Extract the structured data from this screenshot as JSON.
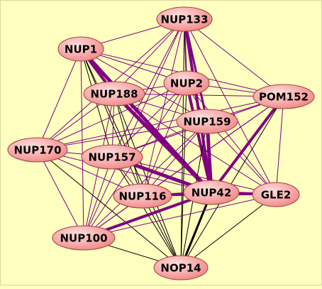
{
  "graph": {
    "background": "#ffffc0",
    "node_fill_light": "#ffe0e0",
    "node_fill_dark": "#f08080",
    "edge_color_purple": "#800080",
    "edge_color_black": "#000000",
    "nodes": [
      {
        "id": "NUP133",
        "label": "NUP133"
      },
      {
        "id": "NUP1",
        "label": "NUP1"
      },
      {
        "id": "NUP2",
        "label": "NUP2"
      },
      {
        "id": "NUP188",
        "label": "NUP188"
      },
      {
        "id": "POM152",
        "label": "POM152"
      },
      {
        "id": "NUP159",
        "label": "NUP159"
      },
      {
        "id": "NUP170",
        "label": "NUP170"
      },
      {
        "id": "NUP157",
        "label": "NUP157"
      },
      {
        "id": "NUP116",
        "label": "NUP116"
      },
      {
        "id": "NUP42",
        "label": "NUP42"
      },
      {
        "id": "GLE2",
        "label": "GLE2"
      },
      {
        "id": "NUP100",
        "label": "NUP100"
      },
      {
        "id": "NOP14",
        "label": "NOP14"
      }
    ],
    "edges": [
      {
        "s": "NUP133",
        "t": "NUP1",
        "w": 1,
        "c": "purple"
      },
      {
        "s": "NUP133",
        "t": "NUP2",
        "w": 2,
        "c": "purple"
      },
      {
        "s": "NUP133",
        "t": "NUP188",
        "w": 1,
        "c": "purple"
      },
      {
        "s": "NUP133",
        "t": "POM152",
        "w": 1,
        "c": "purple"
      },
      {
        "s": "NUP133",
        "t": "NUP159",
        "w": 3,
        "c": "purple"
      },
      {
        "s": "NUP133",
        "t": "NUP170",
        "w": 1,
        "c": "purple"
      },
      {
        "s": "NUP133",
        "t": "NUP157",
        "w": 1,
        "c": "purple"
      },
      {
        "s": "NUP133",
        "t": "NUP116",
        "w": 1,
        "c": "purple"
      },
      {
        "s": "NUP133",
        "t": "NUP42",
        "w": 4,
        "c": "purple"
      },
      {
        "s": "NUP133",
        "t": "GLE2",
        "w": 1,
        "c": "purple"
      },
      {
        "s": "NUP133",
        "t": "NUP100",
        "w": 1,
        "c": "purple"
      },
      {
        "s": "NUP133",
        "t": "NOP14",
        "w": 1,
        "c": "black"
      },
      {
        "s": "NUP1",
        "t": "NUP2",
        "w": 1,
        "c": "purple"
      },
      {
        "s": "NUP1",
        "t": "NUP188",
        "w": 4,
        "c": "purple"
      },
      {
        "s": "NUP1",
        "t": "POM152",
        "w": 1,
        "c": "purple"
      },
      {
        "s": "NUP1",
        "t": "NUP159",
        "w": 1,
        "c": "purple"
      },
      {
        "s": "NUP1",
        "t": "NUP170",
        "w": 1,
        "c": "purple"
      },
      {
        "s": "NUP1",
        "t": "NUP157",
        "w": 1,
        "c": "black"
      },
      {
        "s": "NUP1",
        "t": "NUP116",
        "w": 1,
        "c": "black"
      },
      {
        "s": "NUP1",
        "t": "NUP42",
        "w": 5,
        "c": "purple"
      },
      {
        "s": "NUP1",
        "t": "NUP100",
        "w": 1,
        "c": "purple"
      },
      {
        "s": "NUP1",
        "t": "NOP14",
        "w": 1,
        "c": "black"
      },
      {
        "s": "NUP2",
        "t": "NUP188",
        "w": 1,
        "c": "purple"
      },
      {
        "s": "NUP2",
        "t": "POM152",
        "w": 1,
        "c": "purple"
      },
      {
        "s": "NUP2",
        "t": "NUP159",
        "w": 1,
        "c": "purple"
      },
      {
        "s": "NUP2",
        "t": "NUP170",
        "w": 1,
        "c": "purple"
      },
      {
        "s": "NUP2",
        "t": "NUP157",
        "w": 1,
        "c": "purple"
      },
      {
        "s": "NUP2",
        "t": "NUP116",
        "w": 1,
        "c": "purple"
      },
      {
        "s": "NUP2",
        "t": "NUP42",
        "w": 4,
        "c": "purple"
      },
      {
        "s": "NUP2",
        "t": "GLE2",
        "w": 1,
        "c": "purple"
      },
      {
        "s": "NUP2",
        "t": "NUP100",
        "w": 1,
        "c": "purple"
      },
      {
        "s": "NUP2",
        "t": "NOP14",
        "w": 1,
        "c": "black"
      },
      {
        "s": "NUP188",
        "t": "POM152",
        "w": 1,
        "c": "purple"
      },
      {
        "s": "NUP188",
        "t": "NUP159",
        "w": 1,
        "c": "purple"
      },
      {
        "s": "NUP188",
        "t": "NUP170",
        "w": 1,
        "c": "purple"
      },
      {
        "s": "NUP188",
        "t": "NUP157",
        "w": 1,
        "c": "purple"
      },
      {
        "s": "NUP188",
        "t": "NUP116",
        "w": 1,
        "c": "black"
      },
      {
        "s": "NUP188",
        "t": "NUP42",
        "w": 5,
        "c": "purple"
      },
      {
        "s": "NUP188",
        "t": "GLE2",
        "w": 1,
        "c": "purple"
      },
      {
        "s": "NUP188",
        "t": "NUP100",
        "w": 1,
        "c": "purple"
      },
      {
        "s": "NUP188",
        "t": "NOP14",
        "w": 1,
        "c": "black"
      },
      {
        "s": "POM152",
        "t": "NUP159",
        "w": 1,
        "c": "purple"
      },
      {
        "s": "POM152",
        "t": "NUP170",
        "w": 1,
        "c": "purple"
      },
      {
        "s": "POM152",
        "t": "NUP157",
        "w": 1,
        "c": "purple"
      },
      {
        "s": "POM152",
        "t": "NUP116",
        "w": 1,
        "c": "purple"
      },
      {
        "s": "POM152",
        "t": "NUP42",
        "w": 4,
        "c": "purple"
      },
      {
        "s": "POM152",
        "t": "GLE2",
        "w": 1,
        "c": "purple"
      },
      {
        "s": "POM152",
        "t": "NUP100",
        "w": 1,
        "c": "purple"
      },
      {
        "s": "POM152",
        "t": "NOP14",
        "w": 1,
        "c": "black"
      },
      {
        "s": "NUP159",
        "t": "NUP170",
        "w": 1,
        "c": "purple"
      },
      {
        "s": "NUP159",
        "t": "NUP157",
        "w": 1,
        "c": "purple"
      },
      {
        "s": "NUP159",
        "t": "NUP116",
        "w": 1,
        "c": "purple"
      },
      {
        "s": "NUP159",
        "t": "NUP42",
        "w": 5,
        "c": "purple"
      },
      {
        "s": "NUP159",
        "t": "GLE2",
        "w": 1,
        "c": "purple"
      },
      {
        "s": "NUP159",
        "t": "NUP100",
        "w": 1,
        "c": "purple"
      },
      {
        "s": "NUP159",
        "t": "NOP14",
        "w": 1,
        "c": "black"
      },
      {
        "s": "NUP170",
        "t": "NUP157",
        "w": 1,
        "c": "purple"
      },
      {
        "s": "NUP170",
        "t": "NUP116",
        "w": 1,
        "c": "purple"
      },
      {
        "s": "NUP170",
        "t": "NUP42",
        "w": 1,
        "c": "purple"
      },
      {
        "s": "NUP170",
        "t": "NUP100",
        "w": 1,
        "c": "purple"
      },
      {
        "s": "NUP170",
        "t": "NOP14",
        "w": 1,
        "c": "black"
      },
      {
        "s": "NUP157",
        "t": "NUP116",
        "w": 1,
        "c": "purple"
      },
      {
        "s": "NUP157",
        "t": "NUP42",
        "w": 5,
        "c": "purple"
      },
      {
        "s": "NUP157",
        "t": "GLE2",
        "w": 1,
        "c": "purple"
      },
      {
        "s": "NUP157",
        "t": "NUP100",
        "w": 1,
        "c": "purple"
      },
      {
        "s": "NUP157",
        "t": "NOP14",
        "w": 1,
        "c": "black"
      },
      {
        "s": "NUP116",
        "t": "NUP42",
        "w": 4,
        "c": "purple"
      },
      {
        "s": "NUP116",
        "t": "GLE2",
        "w": 1,
        "c": "purple"
      },
      {
        "s": "NUP116",
        "t": "NUP100",
        "w": 1,
        "c": "purple"
      },
      {
        "s": "NUP116",
        "t": "NOP14",
        "w": 1,
        "c": "black"
      },
      {
        "s": "NUP42",
        "t": "GLE2",
        "w": 4,
        "c": "purple"
      },
      {
        "s": "NUP42",
        "t": "NUP100",
        "w": 4,
        "c": "purple"
      },
      {
        "s": "NUP42",
        "t": "NOP14",
        "w": 3,
        "c": "black"
      },
      {
        "s": "GLE2",
        "t": "NUP100",
        "w": 1,
        "c": "purple"
      },
      {
        "s": "GLE2",
        "t": "NOP14",
        "w": 1,
        "c": "black"
      },
      {
        "s": "NUP100",
        "t": "NOP14",
        "w": 1,
        "c": "black"
      }
    ]
  }
}
